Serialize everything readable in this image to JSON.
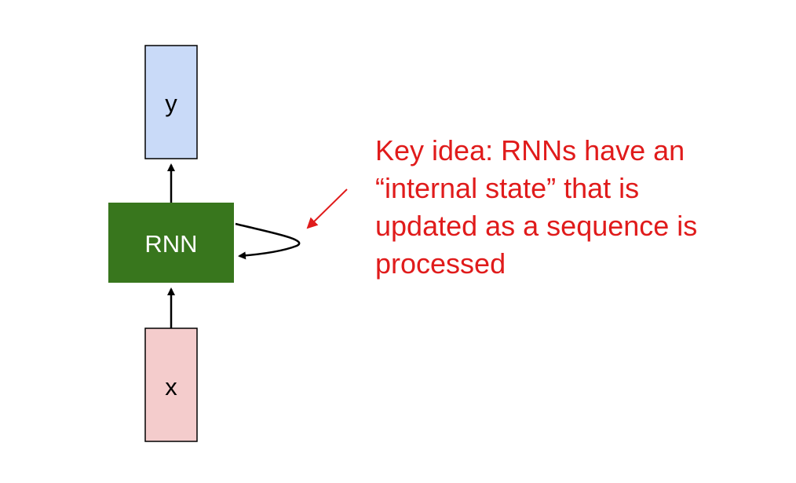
{
  "nodes": {
    "output": {
      "label": "y"
    },
    "rnn": {
      "label": "RNN"
    },
    "input": {
      "label": "x"
    }
  },
  "annotation": {
    "lines": [
      "Key idea: RNNs have an",
      "“internal state” that is",
      "updated as a sequence is",
      "processed"
    ]
  },
  "colors": {
    "output_fill": "#c9daf8",
    "rnn_fill": "#38761d",
    "rnn_text": "#ffffff",
    "input_fill": "#f4cccc",
    "edge": "#000000",
    "annotation": "#e01b1b"
  }
}
